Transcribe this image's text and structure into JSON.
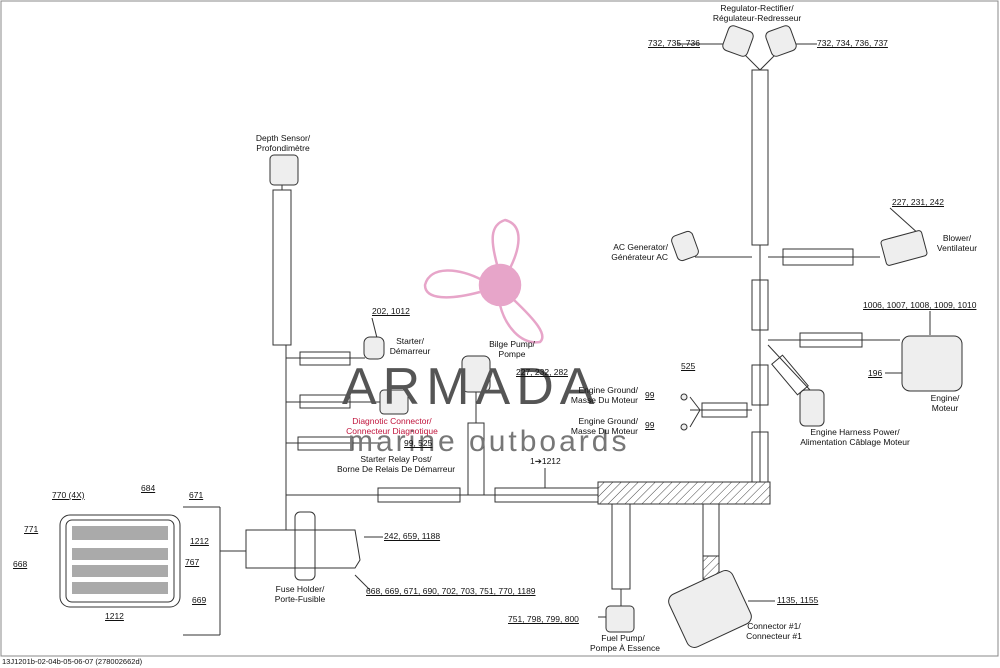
{
  "title": "",
  "watermark": {
    "brand": "ARMADA",
    "tagline": "marine outboards",
    "brand_color": "#e7a5c9"
  },
  "footer_code": "13J1201b-02-04b-05-06-07 (278002662d)",
  "components": {
    "regulator": {
      "name": "Regulator-Rectifier/",
      "name_fr": "Régulateur-Redresseur",
      "left_refs": "732, 735, 736",
      "right_refs": "732, 734, 736, 737"
    },
    "depth_sensor": {
      "name": "Depth Sensor/",
      "name_fr": "Profondimètre"
    },
    "ac_generator": {
      "name": "AC Generator/",
      "name_fr": "Générateur AC"
    },
    "blower": {
      "name": "Blower/",
      "name_fr": "Ventilateur",
      "refs": "227, 231, 242"
    },
    "starter": {
      "name": "Starter/",
      "name_fr": "Démarreur",
      "refs": "202, 1012"
    },
    "bilge_pump": {
      "name": "Bilge Pump/",
      "name_fr": "Pompe",
      "refs": "227, 232, 282"
    },
    "engine_ground_1": {
      "name": "Engine Ground/",
      "name_fr": "Masse Du Moteur",
      "refs": "99",
      "top_ref": "525"
    },
    "engine_ground_2": {
      "name": "Engine Ground/",
      "name_fr": "Masse Du Moteur",
      "refs": "99"
    },
    "engine": {
      "name": "Engine/",
      "name_fr": "Moteur",
      "refs": "1006, 1007, 1008, 1009, 1010",
      "side_ref": "196"
    },
    "engine_harness_power": {
      "name": "Engine Harness Power/",
      "name_fr": "Alimentation Câblage Moteur"
    },
    "diagnostic_connector": {
      "name": "Diagnotic Connector/",
      "name_fr": "Connecteur Diagnotique"
    },
    "starter_relay_post": {
      "name": "Starter Relay Post/",
      "name_fr": "Borne De Relais De Démarreur",
      "refs": "99, 525"
    },
    "branch_note": "1➔1212",
    "fuse_holder": {
      "name": "Fuse Holder/",
      "name_fr": "Porte-Fusible",
      "refs_top": "242, 659, 1188",
      "refs_bottom": "668, 669, 671, 690, 702, 703, 751, 770, 1189"
    },
    "fuse_box_detail": {
      "r770": "770 (4X)",
      "r684": "684",
      "r671": "671",
      "r771": "771",
      "r1212": "1212",
      "r767": "767",
      "r668": "668",
      "r669": "669",
      "r1212b": "1212"
    },
    "fuel_pump": {
      "name": "Fuel Pump/",
      "name_fr": "Pompe À Essence",
      "refs": "751, 798, 799, 800"
    },
    "connector1": {
      "name": "Connector #1/",
      "name_fr": "Connecteur #1",
      "refs": "1135, 1155"
    }
  }
}
